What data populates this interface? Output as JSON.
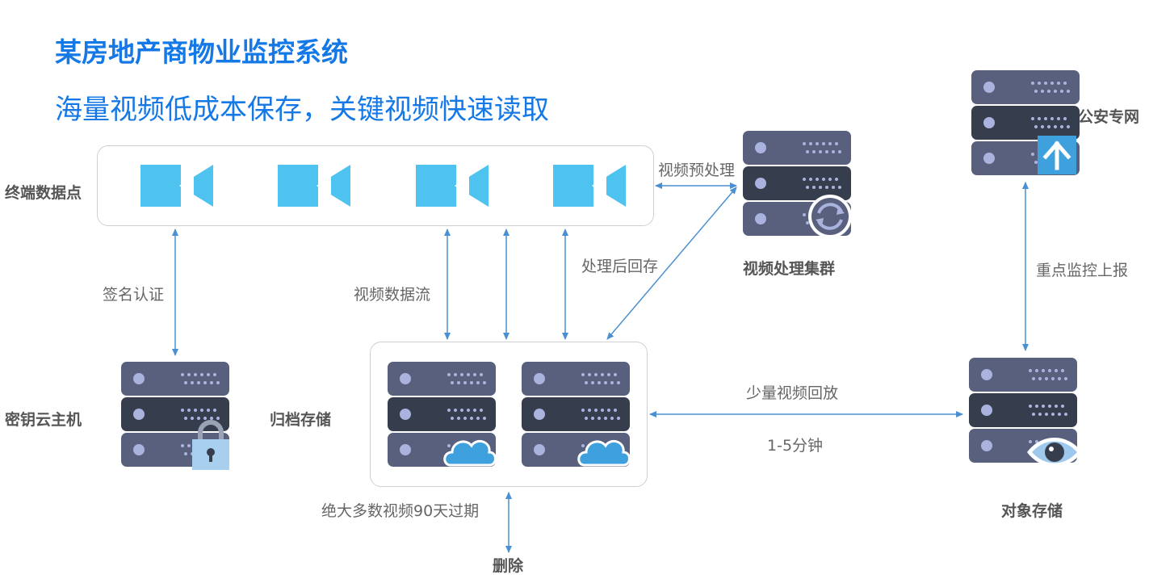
{
  "header": {
    "title": "某房地产商物业监控系统",
    "subtitle": "海量视频低成本保存，关键视频快速读取"
  },
  "nodes": {
    "terminal": "终端数据点",
    "video_cluster": "视频处理集群",
    "key_host": "密钥云主机",
    "archive": "归档存储",
    "object_storage": "对象存储",
    "police_net": "公安专网",
    "delete": "删除"
  },
  "edges": {
    "preprocess": "视频预处理",
    "processed_back": "处理后回存",
    "sign_auth": "签名认证",
    "data_stream": "视频数据流",
    "small_playback": "少量视频回放",
    "playback_time": "1-5分钟",
    "expire": "绝大多数视频90天过期",
    "report": "重点监控上报"
  },
  "colors": {
    "title": "#1478e6",
    "camera": "#4ec3ef",
    "server_light": "#58607e",
    "server_dark": "#363e4d",
    "arrow": "#4a8fd0",
    "cloud": "#3ea0dd"
  },
  "icons": {
    "camera": "video-camera-icon",
    "server": "server-rack-icon",
    "lock": "padlock-icon",
    "cloud": "cloud-icon",
    "sync": "sync-icon",
    "eye": "eye-icon",
    "upload": "upload-arrow-icon"
  }
}
